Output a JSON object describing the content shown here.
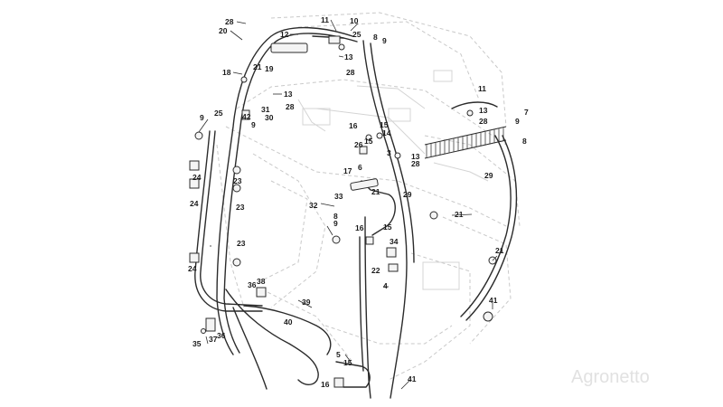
{
  "diagram": {
    "callouts": [
      {
        "id": "c28a",
        "text": "28"
      },
      {
        "id": "c20",
        "text": "20"
      },
      {
        "id": "c12",
        "text": "12"
      },
      {
        "id": "c11a",
        "text": "11"
      },
      {
        "id": "c10",
        "text": "10"
      },
      {
        "id": "c25a",
        "text": "25"
      },
      {
        "id": "c8a",
        "text": "8"
      },
      {
        "id": "c9a",
        "text": "9"
      },
      {
        "id": "c13a",
        "text": "13"
      },
      {
        "id": "c28b",
        "text": "28"
      },
      {
        "id": "c18",
        "text": "18"
      },
      {
        "id": "c21a",
        "text": "21"
      },
      {
        "id": "c19",
        "text": "19"
      },
      {
        "id": "c13b",
        "text": "13"
      },
      {
        "id": "c28c",
        "text": "28"
      },
      {
        "id": "c31",
        "text": "31"
      },
      {
        "id": "c30",
        "text": "30"
      },
      {
        "id": "c25b",
        "text": "25"
      },
      {
        "id": "c42",
        "text": "42"
      },
      {
        "id": "c9b",
        "text": "9"
      },
      {
        "id": "c9c",
        "text": "9"
      },
      {
        "id": "c11b",
        "text": "11"
      },
      {
        "id": "c13c",
        "text": "13"
      },
      {
        "id": "c28d",
        "text": "28"
      },
      {
        "id": "c7",
        "text": "7"
      },
      {
        "id": "c9d",
        "text": "9"
      },
      {
        "id": "c8b",
        "text": "8"
      },
      {
        "id": "c15a",
        "text": "15"
      },
      {
        "id": "c16a",
        "text": "16"
      },
      {
        "id": "c14",
        "text": "14"
      },
      {
        "id": "c26",
        "text": "26"
      },
      {
        "id": "c15b",
        "text": "15"
      },
      {
        "id": "c3",
        "text": "3"
      },
      {
        "id": "c13d",
        "text": "13"
      },
      {
        "id": "c28e",
        "text": "28"
      },
      {
        "id": "c17",
        "text": "17"
      },
      {
        "id": "c6",
        "text": "6"
      },
      {
        "id": "c24a",
        "text": "24"
      },
      {
        "id": "c24b",
        "text": "24"
      },
      {
        "id": "c23a",
        "text": "23"
      },
      {
        "id": "c23b",
        "text": "23"
      },
      {
        "id": "c33",
        "text": "33"
      },
      {
        "id": "c21b",
        "text": "21"
      },
      {
        "id": "c29a",
        "text": "29"
      },
      {
        "id": "c29b",
        "text": "29"
      },
      {
        "id": "c32",
        "text": "32"
      },
      {
        "id": "c8c",
        "text": "8"
      },
      {
        "id": "c21c",
        "text": "21"
      },
      {
        "id": "c9e",
        "text": "9"
      },
      {
        "id": "c16b",
        "text": "16"
      },
      {
        "id": "c15c",
        "text": "15"
      },
      {
        "id": "c23c",
        "text": "23"
      },
      {
        "id": "c34",
        "text": "34"
      },
      {
        "id": "c24c",
        "text": "24"
      },
      {
        "id": "c21d",
        "text": "21"
      },
      {
        "id": "c22",
        "text": "22"
      },
      {
        "id": "c4",
        "text": "4"
      },
      {
        "id": "c38",
        "text": "38"
      },
      {
        "id": "c36a",
        "text": "36"
      },
      {
        "id": "c39",
        "text": "39"
      },
      {
        "id": "c40",
        "text": "40"
      },
      {
        "id": "c41a",
        "text": "41"
      },
      {
        "id": "c35",
        "text": "35"
      },
      {
        "id": "c37",
        "text": "37"
      },
      {
        "id": "c36b",
        "text": "36"
      },
      {
        "id": "c5",
        "text": "5"
      },
      {
        "id": "c15d",
        "text": "15"
      },
      {
        "id": "c16c",
        "text": "16"
      },
      {
        "id": "c41b",
        "text": "41"
      }
    ],
    "watermark": "Agronetto"
  }
}
